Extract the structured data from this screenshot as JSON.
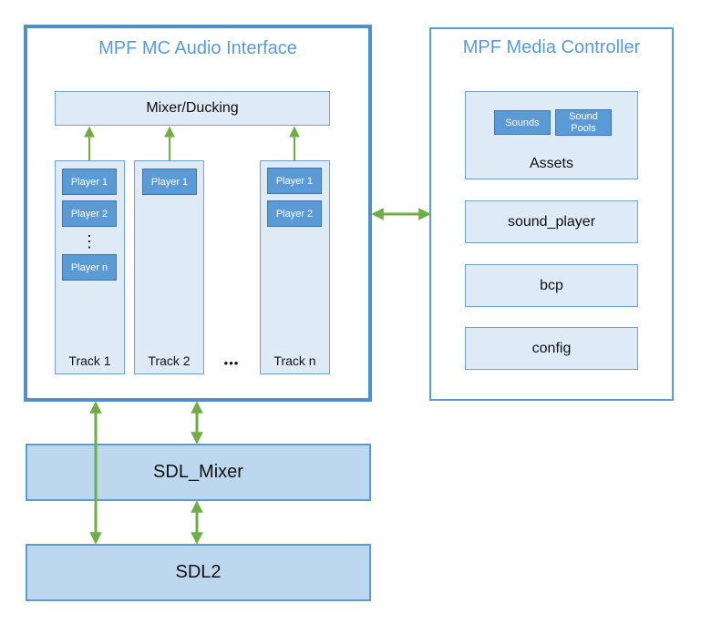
{
  "audio_interface": {
    "title": "MPF MC Audio Interface",
    "mixer_label": "Mixer/Ducking",
    "tracks": [
      {
        "label": "Track 1",
        "players": [
          "Player 1",
          "Player 2",
          "Player n"
        ],
        "ellipsis": "⋮"
      },
      {
        "label": "Track 2",
        "players": [
          "Player 1"
        ]
      },
      {
        "label": "Track n",
        "players": [
          "Player 1",
          "Player 2"
        ]
      }
    ],
    "tracks_ellipsis": "•••"
  },
  "media_controller": {
    "title": "MPF Media Controller",
    "assets": {
      "label": "Assets",
      "sounds": "Sounds",
      "sound_pools_line1": "Sound",
      "sound_pools_line2": "Pools"
    },
    "modules": [
      "sound_player",
      "bcp",
      "config"
    ]
  },
  "sdl_mixer": {
    "label": "SDL_Mixer"
  },
  "sdl2": {
    "label": "SDL2"
  },
  "colors": {
    "outline_blue": "#4f8fd1",
    "light_blue": "#deeaf6",
    "player_blue": "#5b9bd5",
    "sdl_fill": "#bdd7ee",
    "arrow_green": "#70ad47"
  }
}
